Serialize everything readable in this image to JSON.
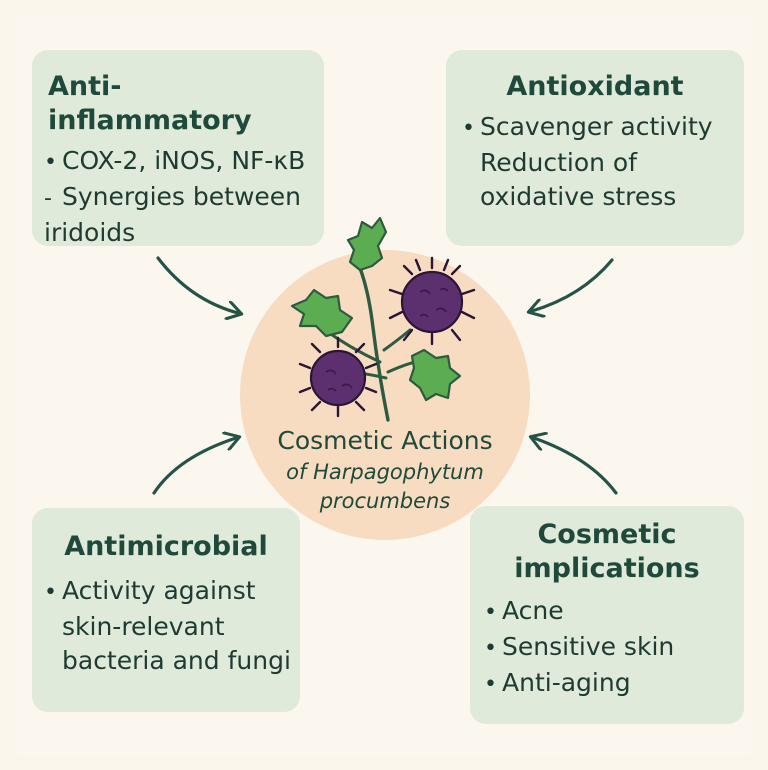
{
  "center": {
    "title": "Cosmetic Actions",
    "subtitle_line1": "of Harpagophytum",
    "subtitle_line2": "procumbens"
  },
  "boxes": {
    "anti_inflammatory": {
      "title": "Anti-inflammatory",
      "items": [
        {
          "marker": "•",
          "text": "COX-2, iNOS, NF-κB"
        },
        {
          "marker": "-",
          "text": "Synergies  between"
        },
        {
          "marker": "",
          "text": "iridoids"
        }
      ]
    },
    "antioxidant": {
      "title": "Antioxidant",
      "items": [
        {
          "marker": "•",
          "text": "Scavenger activity"
        },
        {
          "marker": "",
          "text": "Reduction of"
        },
        {
          "marker": "",
          "text": "oxidative stress"
        }
      ]
    },
    "antimicrobial": {
      "title": "Antimicrobial",
      "items": [
        {
          "marker": "•",
          "text": "Activity against"
        },
        {
          "marker": "",
          "text": "skin-relevant"
        },
        {
          "marker": "",
          "text": "bacteria and fungi"
        }
      ]
    },
    "cosmetic_implications": {
      "title_line1": "Cosmetic",
      "title_line2": "implications",
      "items": [
        {
          "marker": "•",
          "text": "Acne"
        },
        {
          "marker": "•",
          "text": "Sensitive skin"
        },
        {
          "marker": "•",
          "text": "Anti-aging"
        }
      ]
    }
  },
  "icons": {
    "plant": "harpagophytum-plant-icon",
    "arrow": "curved-arrow-icon"
  },
  "colors": {
    "background": "#fbf7ee",
    "box_fill": "#dfeada",
    "circle_fill": "#f7dcc1",
    "text": "#1f4a3b",
    "arrow": "#245446",
    "leaf": "#5cad52",
    "fruit": "#5c2f6e"
  }
}
